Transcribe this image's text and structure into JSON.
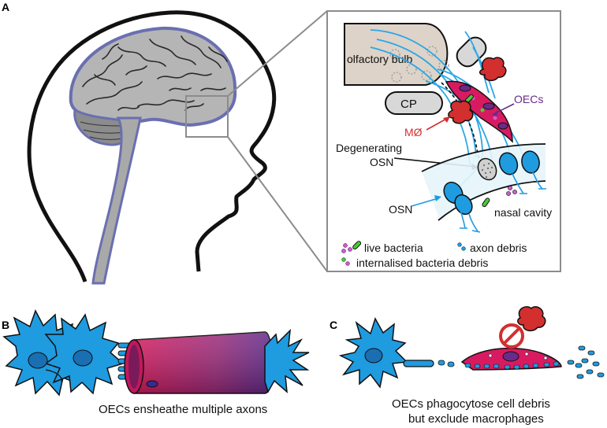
{
  "panels": {
    "a": "A",
    "b": "B",
    "c": "C"
  },
  "panel_a": {
    "olfactory_bulb": "olfactory bulb",
    "cp": "CP",
    "oecs": "OECs",
    "macrophage": "MØ",
    "degenerating_1": "Degenerating",
    "degenerating_2": "OSN",
    "osn": "OSN",
    "nasal_cavity": "nasal cavity",
    "legend": {
      "live_bacteria": "live bacteria",
      "axon_debris": "axon debris",
      "internalised_debris": "internalised bacteria debris"
    }
  },
  "panel_b": {
    "caption": "OECs ensheathe multiple axons"
  },
  "panel_c": {
    "caption_1": "OECs phagocytose cell debris",
    "caption_2": "but exclude macrophages"
  },
  "colors": {
    "cell_blue": "#1f9be0",
    "oec_magenta": "#c2185b",
    "oec_purple": "#6a2a8c",
    "macrophage_red": "#d32f2f",
    "bacteria_green": "#4cc83a",
    "bacteria_pink": "#d05ad6",
    "brain_gray": "#a9a9a9",
    "bulb_beige": "#ddd3c8"
  }
}
